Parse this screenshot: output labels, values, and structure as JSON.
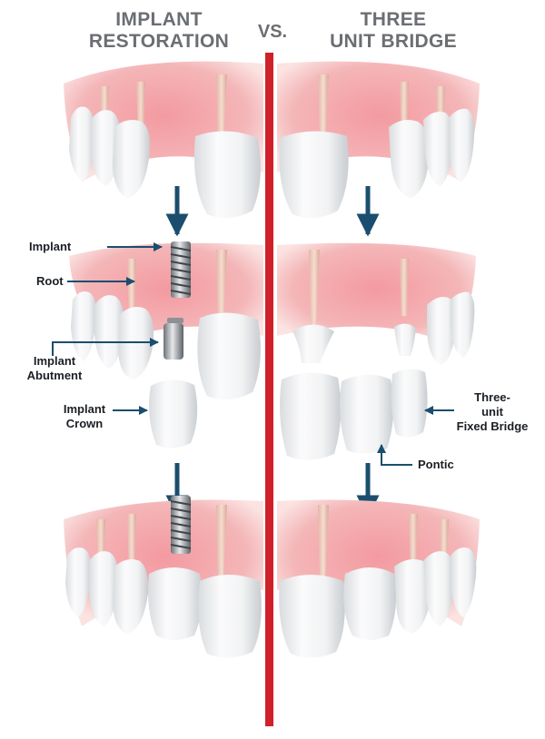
{
  "header": {
    "left_title_line1": "IMPLANT",
    "left_title_line2": "RESTORATION",
    "vs": "VS.",
    "right_title_line1": "THREE",
    "right_title_line2": "UNIT BRIDGE"
  },
  "labels": {
    "implant": "Implant",
    "root": "Root",
    "abutment_line1": "Implant",
    "abutment_line2": "Abutment",
    "crown_line1": "Implant",
    "crown_line2": "Crown",
    "bridge_line1": "Three-",
    "bridge_line2": "unit",
    "bridge_line3": "Fixed Bridge",
    "pontic": "Pontic"
  },
  "colors": {
    "divider": "#d0212b",
    "arrow": "#1b4e6e",
    "gum": "#f0a3a8",
    "tooth": "#f3f4f5",
    "title": "#6b6e72"
  }
}
